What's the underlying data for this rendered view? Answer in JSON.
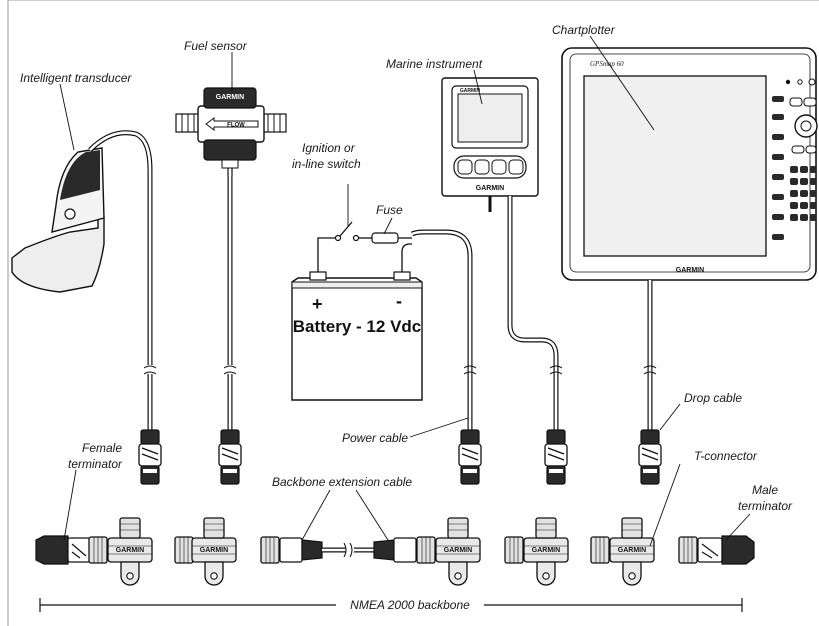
{
  "labels": {
    "intelligent_transducer": "Intelligent transducer",
    "fuel_sensor": "Fuel sensor",
    "marine_instrument": "Marine instrument",
    "chartplotter": "Chartplotter",
    "ignition_line1": "Ignition or",
    "ignition_line2": "in-line switch",
    "fuse": "Fuse",
    "power_cable": "Power cable",
    "drop_cable": "Drop cable",
    "female_terminator_line1": "Female",
    "female_terminator_line2": "terminator",
    "backbone_extension_cable": "Backbone extension cable",
    "t_connector": "T-connector",
    "male_terminator_line1": "Male",
    "male_terminator_line2": "terminator",
    "nmea_backbone": "NMEA 2000 backbone"
  },
  "battery": {
    "plus": "+",
    "minus": "-",
    "label": "Battery - 12 Vdc"
  },
  "brand": {
    "name": "GARMIN",
    "chartplotter_model": "GPSmap 60",
    "fuel_sensor_flow": "FLOW"
  },
  "colors": {
    "line": "#111111",
    "background": "#ffffff",
    "fill_light": "#eeeeee",
    "fill_dark": "#2a2a2a"
  }
}
